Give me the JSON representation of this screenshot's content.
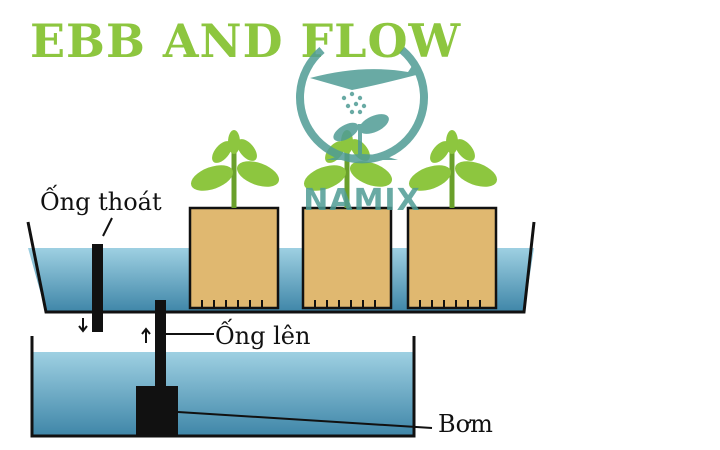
{
  "title": "EBB AND FLOW",
  "labels": {
    "drain_pipe": "Ống thoát",
    "riser_pipe": "Ống lên",
    "pump": "Bơm"
  },
  "watermark": {
    "text": "NAMIX",
    "icon": "watering-can-sprout-logo-icon"
  },
  "colors": {
    "title": "#8dc63f",
    "water_light": "#9ed0e2",
    "water_dark": "#3f86a8",
    "pot": "#e0b870",
    "leaf": "#8dc63f",
    "watermark": "#4f9c95",
    "outline": "#111111"
  }
}
